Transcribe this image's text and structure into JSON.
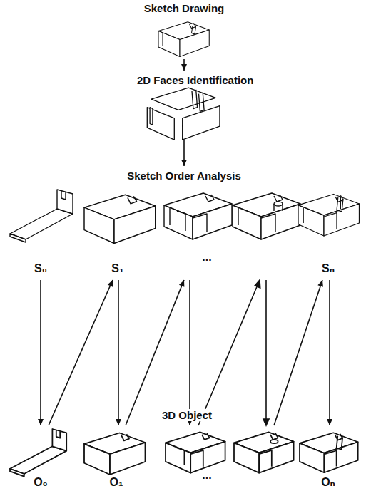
{
  "diagram": {
    "nodes": [
      {
        "text": [
          "Sketch Drawing"
        ]
      },
      {
        "text": [
          "2D Faces Identification"
        ]
      },
      {
        "text": [
          "Sketch Order Analysis"
        ]
      },
      {
        "text": [
          "S₀"
        ]
      },
      {
        "text": [
          "S₁"
        ]
      },
      {
        "text": [
          "..."
        ]
      },
      {
        "text": [
          "Sₙ"
        ]
      },
      {
        "text": [
          "O₀"
        ]
      },
      {
        "text": [
          "O₁"
        ]
      },
      {
        "text": [
          "..."
        ]
      },
      {
        "text": [
          "Oₙ"
        ]
      }
    ],
    "edges": [
      {
        "from": 0,
        "to": 1,
        "arrow": "to"
      },
      {
        "from": 1,
        "to": 2,
        "arrow": "to"
      },
      {
        "from": 3,
        "to": 7,
        "arrow": "to"
      },
      {
        "from": 7,
        "to": 4,
        "arrow": "to"
      },
      {
        "from": 4,
        "to": 8,
        "arrow": "to"
      },
      {
        "from": 8,
        "to": 5,
        "arrow": "to"
      },
      {
        "from": 5,
        "to": 9,
        "arrow": "to"
      },
      {
        "from": 9,
        "to": 6,
        "arrow": "to"
      },
      {
        "from": 6,
        "to": 10,
        "arrow": "to"
      }
    ],
    "labels": [
      "3D Object"
    ]
  }
}
